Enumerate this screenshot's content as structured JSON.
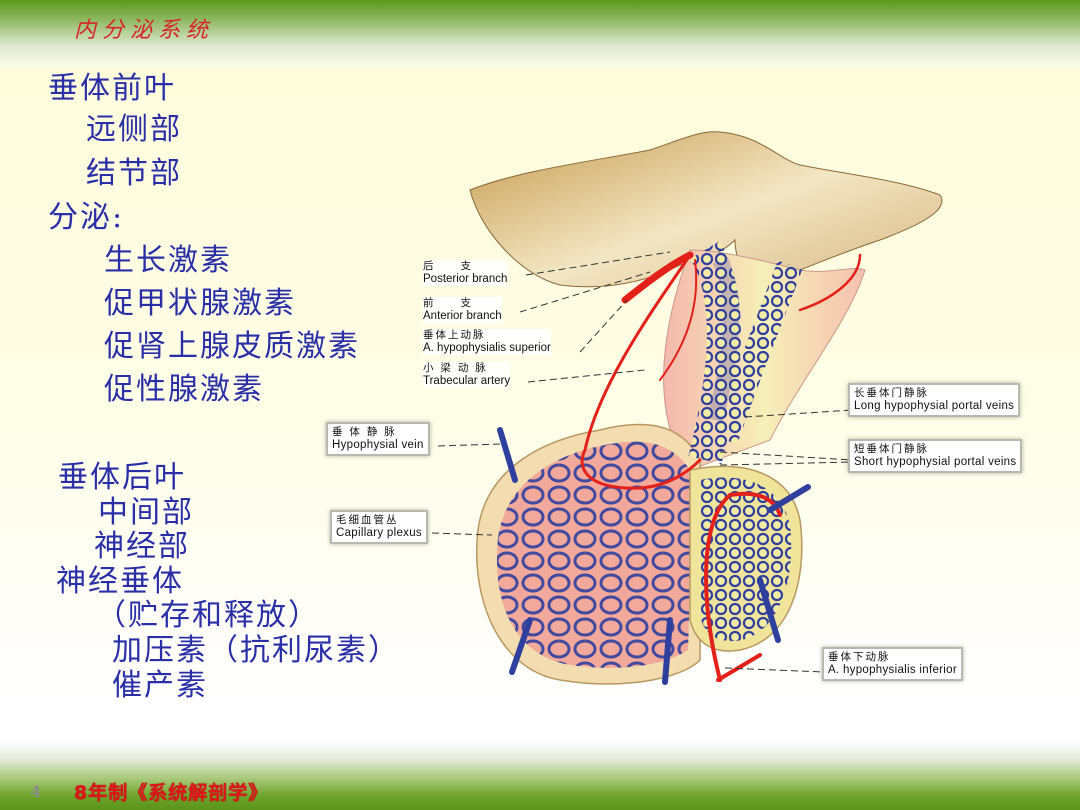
{
  "header": {
    "title": "内分泌系统"
  },
  "content": {
    "anterior_lobe": {
      "heading": "垂体前叶",
      "parts": [
        "远侧部",
        "结节部"
      ],
      "secretion_heading": "分泌:",
      "hormones": [
        "生长激素",
        "促甲状腺激素",
        "促肾上腺皮质激素",
        "促性腺激素"
      ]
    },
    "posterior_lobe": {
      "heading": "垂体后叶",
      "parts": [
        "中间部",
        "神经部"
      ],
      "neurohypophysis_heading": "神经垂体",
      "function_note": "（贮存和释放）",
      "hormones": [
        "加压素（抗利尿素）",
        "催产素"
      ]
    }
  },
  "figure": {
    "labels": [
      {
        "id": "posterior-branch",
        "zh": "后　　支",
        "en": "Posterior branch"
      },
      {
        "id": "anterior-branch",
        "zh": "前　　支",
        "en": "Anterior branch"
      },
      {
        "id": "superior-hypophysial-artery",
        "zh": "垂体上动脉",
        "en": "A. hypophysialis superior"
      },
      {
        "id": "trabecular-artery",
        "zh": "小 梁 动 脉",
        "en": "Trabecular artery"
      },
      {
        "id": "hypophysial-vein",
        "zh": "垂 体 静 脉",
        "en": "Hypophysial vein"
      },
      {
        "id": "capillary-plexus",
        "zh": "毛细血管丛",
        "en": "Capillary plexus"
      },
      {
        "id": "long-portal-veins",
        "zh": "长垂体门静脉",
        "en": "Long hypophysial portal veins"
      },
      {
        "id": "short-portal-veins",
        "zh": "短垂体门静脉",
        "en": "Short hypophysial portal veins"
      },
      {
        "id": "inferior-hypophysial-artery",
        "zh": "垂体下动脉",
        "en": "A. hypophysialis inferior"
      }
    ],
    "colors": {
      "artery": "#e32119",
      "vein": "#2f3f9e",
      "anterior_lobe": "#f2a89a",
      "posterior_lobe": "#efe49a",
      "brain_tissue": "#c9a35a"
    }
  },
  "footer": {
    "page_number": "4",
    "title": "8年制《系统解剖学》"
  },
  "colors": {
    "header_green": "#5c981c",
    "title_red": "#d8232a",
    "body_text_blue": "#2a2fa8",
    "background_cream": "#fdfbd8"
  }
}
